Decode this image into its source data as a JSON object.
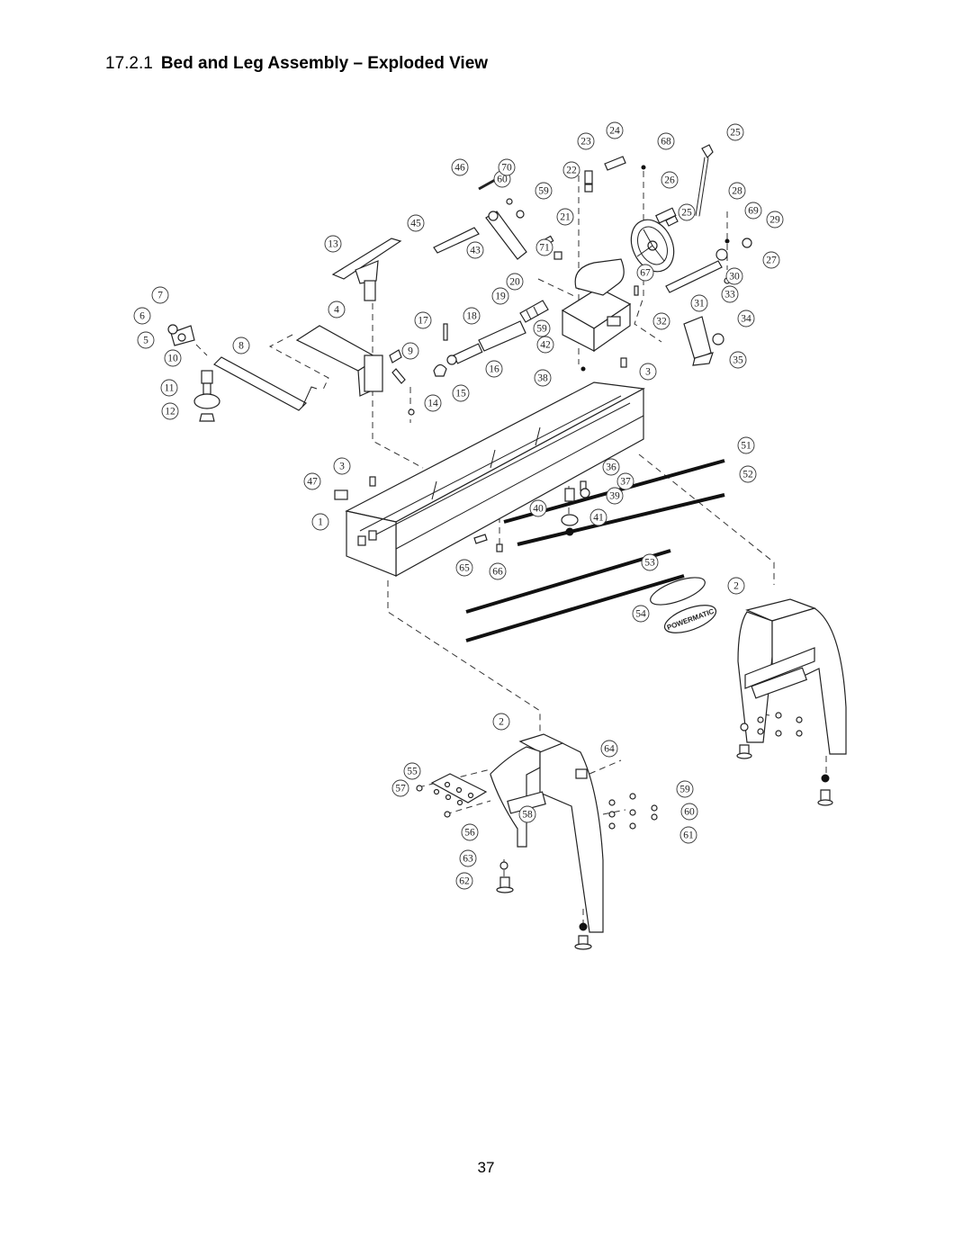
{
  "heading": {
    "number": "17.2.1",
    "title": "Bed and Leg Assembly – Exploded View"
  },
  "diagram": {
    "callouts": [
      "1",
      "2",
      "2",
      "3",
      "3",
      "4",
      "5",
      "6",
      "7",
      "8",
      "9",
      "10",
      "11",
      "12",
      "13",
      "14",
      "15",
      "16",
      "17",
      "18",
      "19",
      "20",
      "21",
      "22",
      "23",
      "24",
      "25",
      "25",
      "26",
      "27",
      "28",
      "29",
      "30",
      "31",
      "32",
      "33",
      "34",
      "35",
      "36",
      "37",
      "38",
      "39",
      "40",
      "41",
      "42",
      "43",
      "45",
      "46",
      "47",
      "51",
      "52",
      "53",
      "54",
      "55",
      "56",
      "57",
      "58",
      "59",
      "59",
      "59",
      "60",
      "60",
      "61",
      "62",
      "63",
      "64",
      "65",
      "66",
      "67",
      "68",
      "69",
      "70",
      "71"
    ],
    "nameplate_text": "POWERMATIC"
  },
  "page_number": "37"
}
